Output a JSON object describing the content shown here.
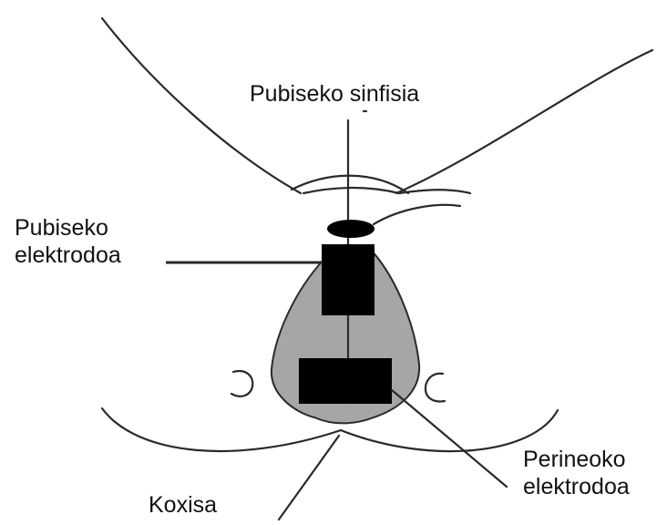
{
  "labels": {
    "pubic_symphysis": "Pubiseko sinfisia",
    "pubic_electrode_line1": "Pubiseko",
    "pubic_electrode_line2": "elektrodoa",
    "perineal_electrode_line1": "Perineoko",
    "perineal_electrode_line2": "elektrodoa",
    "coccyx": "Koxisa"
  },
  "colors": {
    "line": "#2a2a2a",
    "electrode": "#000000",
    "tissue": "#a6a6a6",
    "background": "#ffffff"
  }
}
